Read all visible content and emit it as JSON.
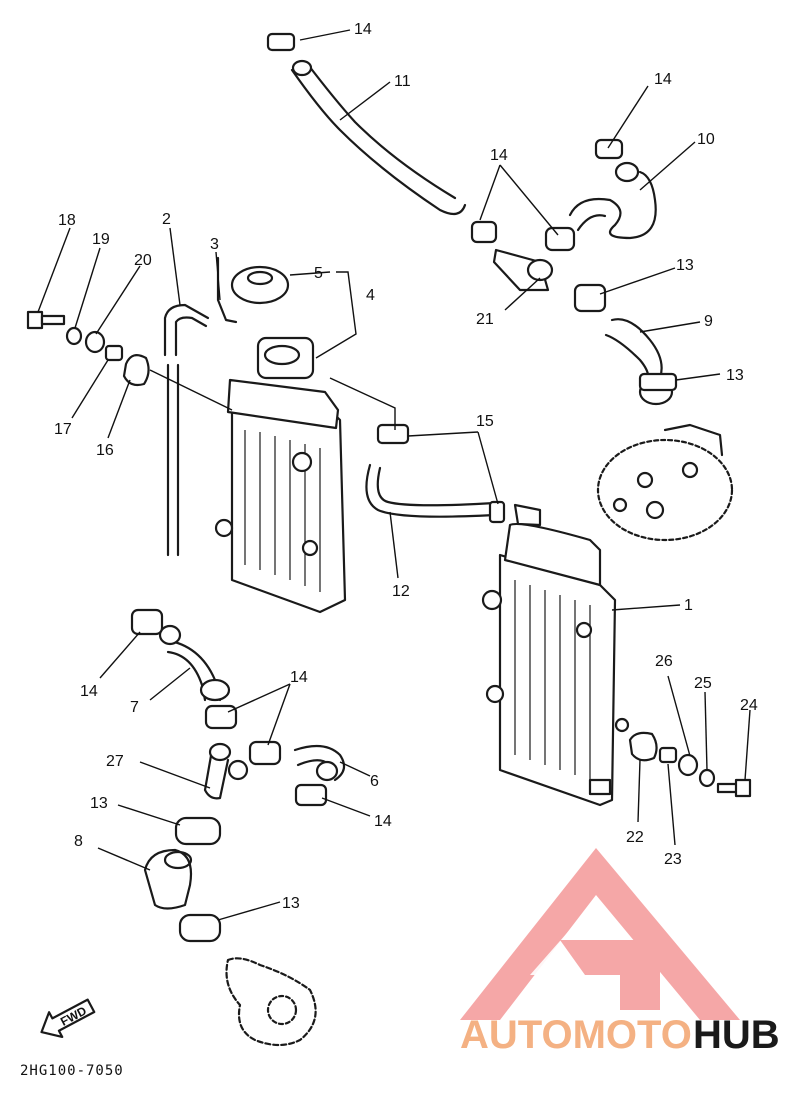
{
  "callouts": {
    "c1": "1",
    "c2": "2",
    "c3": "3",
    "c4": "4",
    "c5": "5",
    "c6": "6",
    "c7": "7",
    "c8": "8",
    "c9": "9",
    "c10": "10",
    "c11": "11",
    "c12": "12",
    "c13": "13",
    "c14": "14",
    "c15": "15",
    "c16": "16",
    "c17": "17",
    "c18": "18",
    "c19": "19",
    "c20": "20",
    "c21": "21",
    "c22": "22",
    "c23": "23",
    "c24": "24",
    "c25": "25",
    "c26": "26",
    "c27": "27"
  },
  "fwd_label": "FWD",
  "diagram_code": "2HG100-7050",
  "watermark": {
    "part1": "AUTOMOTO",
    "part2": "HUB",
    "color1": "#f4b183",
    "color2": "#1a1a1a",
    "logo_color": "#f28a8a"
  }
}
